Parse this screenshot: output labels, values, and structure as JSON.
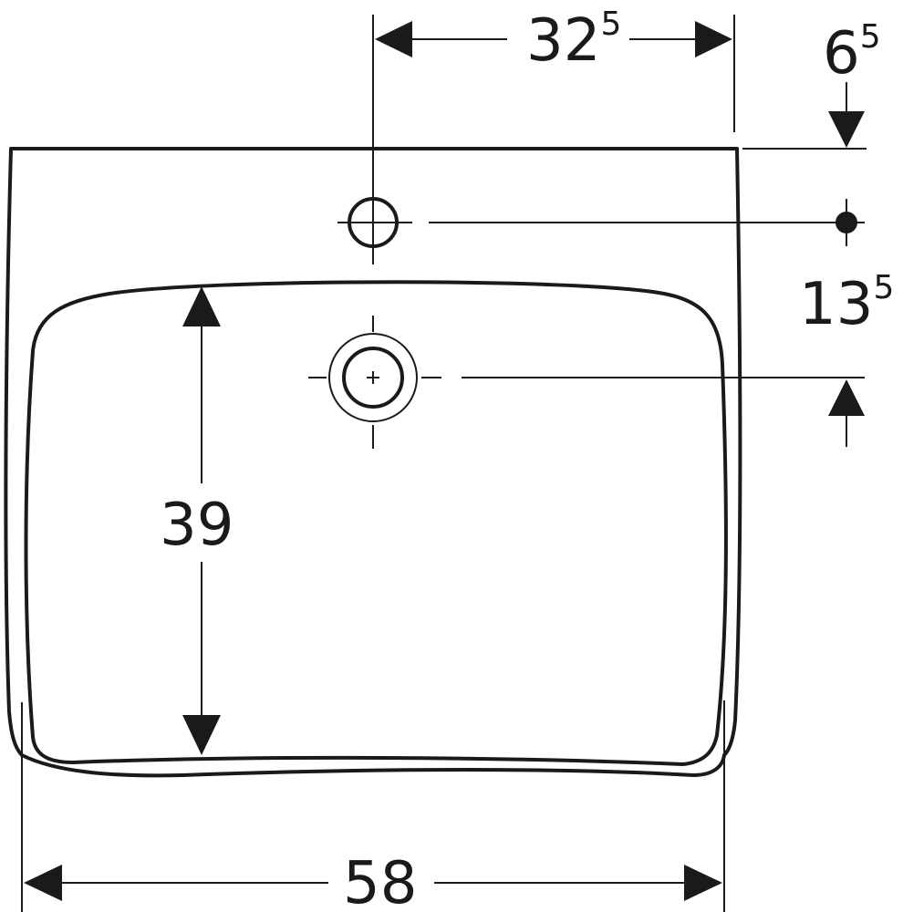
{
  "dimensions": {
    "top_width": {
      "base": "32",
      "sup": "5"
    },
    "top_offset": {
      "base": "6",
      "sup": "5"
    },
    "hole_spacing": {
      "base": "13",
      "sup": "5"
    },
    "basin_depth": {
      "base": "39"
    },
    "overall_width": {
      "base": "58"
    }
  }
}
